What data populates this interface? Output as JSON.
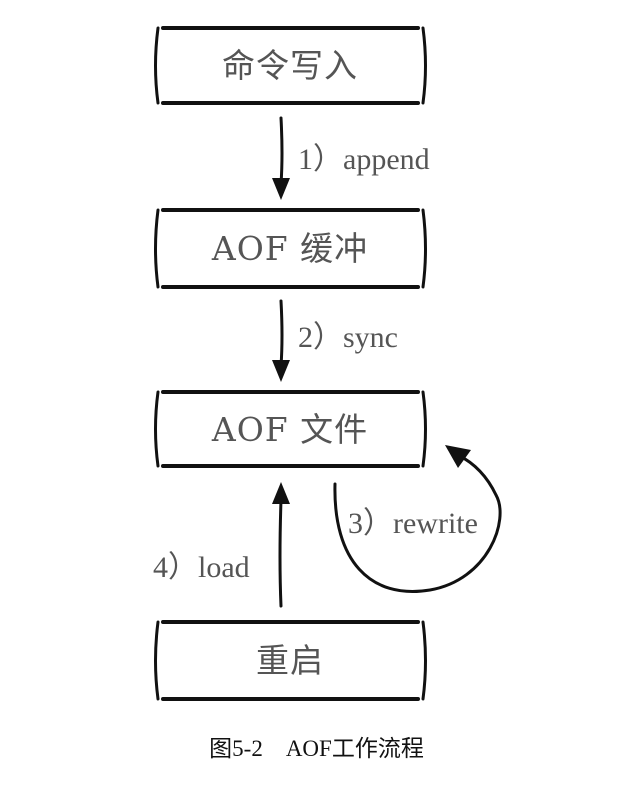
{
  "diagram": {
    "boxes": [
      {
        "id": "write",
        "label": "命令写入"
      },
      {
        "id": "buffer",
        "label": "AOF 缓冲"
      },
      {
        "id": "file",
        "label": "AOF 文件"
      },
      {
        "id": "restart",
        "label": "重启"
      }
    ],
    "edges": [
      {
        "id": "append",
        "label": "1）append"
      },
      {
        "id": "sync",
        "label": "2）sync"
      },
      {
        "id": "rewrite",
        "label": "3）rewrite"
      },
      {
        "id": "load",
        "label": "4）load"
      }
    ]
  },
  "caption": "图5-2    AOF工作流程"
}
